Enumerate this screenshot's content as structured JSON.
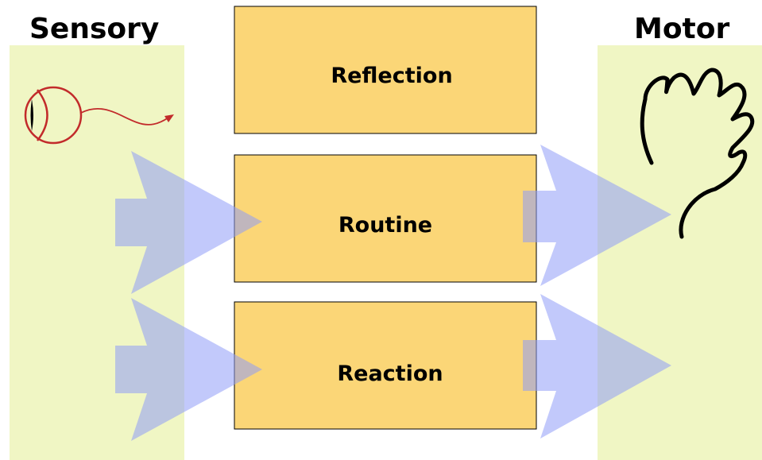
{
  "diagram": {
    "sensory": {
      "title": "Sensory"
    },
    "motor": {
      "title": "Motor"
    },
    "levels": {
      "reflection": {
        "label": "Reflection"
      },
      "routine": {
        "label": "Routine"
      },
      "reaction": {
        "label": "Reaction"
      }
    },
    "icons": {
      "sensory": "eye-icon",
      "motor": "hand-icon"
    },
    "colors": {
      "panel": "#f0f6c4",
      "box": "#fbd677",
      "box_border": "#000000",
      "arrow": "#8f9cf7",
      "eye": "#c22b2b"
    }
  }
}
